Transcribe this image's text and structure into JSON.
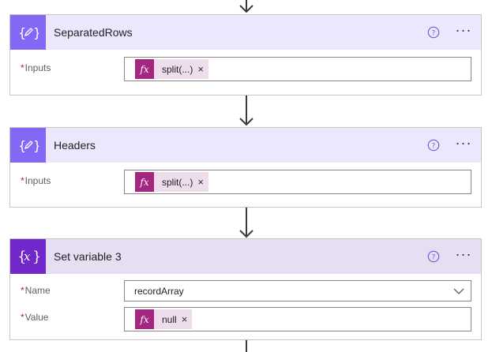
{
  "actions": [
    {
      "title": "SeparatedRows",
      "fields": [
        {
          "label": "Inputs",
          "required_mark": "*",
          "token": {
            "fx": "fx",
            "text": "split(...)",
            "close": "×"
          }
        }
      ]
    },
    {
      "title": "Headers",
      "fields": [
        {
          "label": "Inputs",
          "required_mark": "*",
          "token": {
            "fx": "fx",
            "text": "split(...)",
            "close": "×"
          }
        }
      ]
    },
    {
      "title": "Set variable 3",
      "fields": [
        {
          "label": "Name",
          "required_mark": "*",
          "value": "recordArray"
        },
        {
          "label": "Value",
          "required_mark": "*",
          "token": {
            "fx": "fx",
            "text": "null",
            "close": "×"
          }
        }
      ]
    }
  ],
  "icons": {
    "compose": "compose-icon",
    "variable": "variable-icon",
    "help": "help-icon",
    "more": "more-options-icon",
    "dropdown": "chevron-down-icon"
  },
  "colors": {
    "compose_accent": "#8368f5",
    "compose_header": "#ebe8fd",
    "variable_accent": "#7127c9",
    "variable_header": "#e6def3",
    "expression_token": "#a4267e",
    "token_background": "#eeddeb",
    "required": "#a4262c"
  },
  "more_label": "···"
}
